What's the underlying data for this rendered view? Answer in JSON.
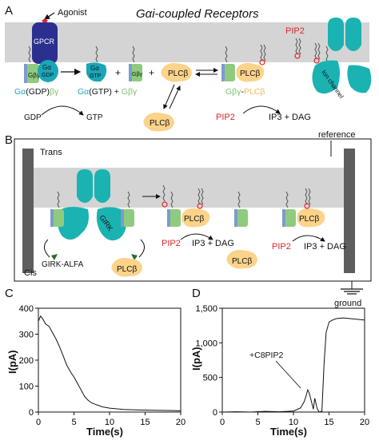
{
  "panel_a": {
    "letter": "A",
    "title": "Gαi-coupled Receptors",
    "agonist": "Agonist",
    "gpcr": "GPCR",
    "gbg": "Gβγ",
    "ga": "Gα",
    "gdp": "GDP",
    "gtp": "GTP",
    "plus": "+",
    "plcb": "PLCβ",
    "pip2": "PIP2",
    "ion_channel": "Ion channel",
    "label_ga": "Gα",
    "label_gdp": "(GDP)",
    "label_gbg": "βγ",
    "label_ga_gtp": "Gα",
    "label_gtp_paren": "(GTP) + ",
    "label_gbg2": "Gβγ",
    "label_gbg_plcb_a": "Gβγ",
    "label_gbg_plcb_sep": "-",
    "label_gbg_plcb_b": "PLCβ",
    "products": "IP3 + DAG",
    "gdp_to_gtp_left": "GDP",
    "gdp_to_gtp_right": "GTP"
  },
  "panel_b": {
    "letter": "B",
    "trans": "Trans",
    "cis": "Cis",
    "reference": "reference",
    "ground": "ground",
    "girk": "GIRK",
    "girk_alfa": "GIRK-ALFA",
    "gbg": "Gβγ",
    "plcb": "PLCβ",
    "pip2": "PIP2",
    "products": "IP3 + DAG"
  },
  "panel_c": {
    "letter": "C",
    "chart_data": {
      "type": "line",
      "xlabel": "Time(s)",
      "ylabel": "I(pA)",
      "xlim": [
        0,
        20
      ],
      "ylim": [
        0,
        400
      ],
      "x_ticks": [
        "0",
        "5",
        "10",
        "15",
        "20"
      ],
      "y_ticks": [
        "0",
        "100",
        "200",
        "300",
        "400"
      ],
      "series": [
        {
          "x": [
            0,
            0.3,
            0.6,
            1,
            1.5,
            2,
            2.5,
            3,
            3.5,
            4,
            4.5,
            5,
            5.5,
            6,
            6.5,
            7,
            7.5,
            8,
            9,
            10,
            12,
            14,
            16,
            18,
            20
          ],
          "values": [
            350,
            370,
            360,
            340,
            330,
            305,
            280,
            250,
            215,
            180,
            155,
            135,
            110,
            85,
            60,
            45,
            35,
            30,
            20,
            15,
            10,
            8,
            7,
            6,
            5
          ]
        }
      ]
    }
  },
  "panel_d": {
    "letter": "D",
    "annotation": "+C8PIP2",
    "chart_data": {
      "type": "line",
      "xlabel": "Time(s)",
      "ylabel": "I(pA)",
      "xlim": [
        0,
        20
      ],
      "ylim": [
        0,
        1500
      ],
      "x_ticks": [
        "0",
        "5",
        "10",
        "15",
        "20"
      ],
      "y_ticks": [
        "0",
        "500",
        "1,000",
        "1,500"
      ],
      "series": [
        {
          "x": [
            0,
            2,
            4,
            6,
            8,
            10,
            11,
            11.5,
            11.8,
            12,
            12.2,
            12.5,
            12.8,
            13,
            13.3,
            13.6,
            14,
            14.3,
            14.6,
            15,
            15.5,
            16,
            17,
            18,
            19,
            20
          ],
          "values": [
            0,
            5,
            0,
            10,
            5,
            15,
            60,
            150,
            240,
            320,
            280,
            160,
            40,
            200,
            60,
            0,
            10,
            700,
            1150,
            1300,
            1330,
            1350,
            1360,
            1350,
            1340,
            1330
          ]
        }
      ]
    }
  },
  "colors": {
    "membrane": "#d4d4d4",
    "gpcr": "#2b2f8f",
    "galpha": "#1aa6b7",
    "gbg_fill": "#8fcb7e",
    "gbg_stripe": "#7c9bcf",
    "plcb": "#fbd38a",
    "channel": "#1bb2b2",
    "pip2_text": "#e0242a",
    "ga_text": "#1ba7bd",
    "gbg_text": "#7ec26b",
    "plcb_text": "#f0b85a",
    "wall": "#5e5e5e"
  }
}
